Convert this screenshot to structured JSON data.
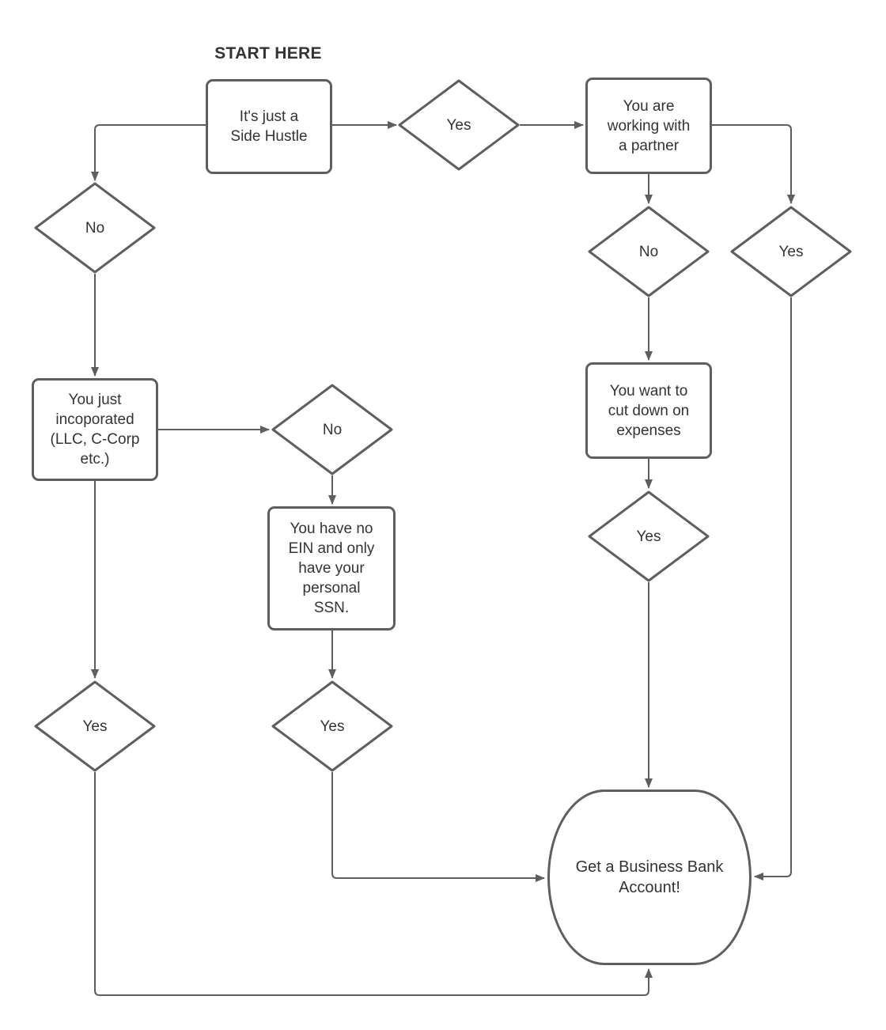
{
  "title": "START HERE",
  "colors": {
    "stroke": "#5e5e5e",
    "text": "#333333",
    "background": "#ffffff"
  },
  "nodes": {
    "side_hustle": {
      "type": "process",
      "label": "It's just a\nSide Hustle"
    },
    "yes_top": {
      "type": "decision",
      "label": "Yes"
    },
    "partner": {
      "type": "process",
      "label": "You are\nworking with\na partner"
    },
    "no_left": {
      "type": "decision",
      "label": "No"
    },
    "no_right": {
      "type": "decision",
      "label": "No"
    },
    "yes_right": {
      "type": "decision",
      "label": "Yes"
    },
    "incorporated": {
      "type": "process",
      "label": "You just\nincoporated\n(LLC, C-Corp\netc.)"
    },
    "no_mid": {
      "type": "decision",
      "label": "No"
    },
    "ein": {
      "type": "process",
      "label": "You have no\nEIN and only\nhave your\npersonal\nSSN."
    },
    "expenses": {
      "type": "process",
      "label": "You want to\ncut down on\nexpenses"
    },
    "yes_expenses": {
      "type": "decision",
      "label": "Yes"
    },
    "yes_bottom_left": {
      "type": "decision",
      "label": "Yes"
    },
    "yes_bottom_mid": {
      "type": "decision",
      "label": "Yes"
    },
    "bank": {
      "type": "terminal",
      "label": "Get a Business Bank\nAccount!"
    }
  }
}
